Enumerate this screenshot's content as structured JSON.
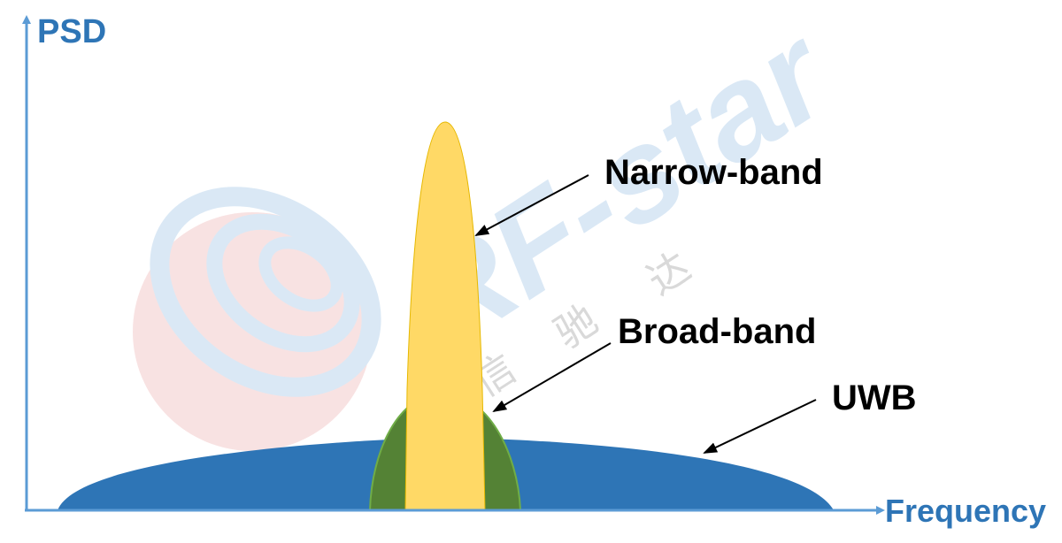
{
  "diagram": {
    "y_axis_label": "PSD",
    "x_axis_label": "Frequency",
    "bands": [
      {
        "label": "Narrow-band",
        "color": "#ffd966"
      },
      {
        "label": "Broad-band",
        "color": "#548235"
      },
      {
        "label": "UWB",
        "color": "#2e75b6"
      }
    ],
    "axis_color": "#5b9bd5"
  },
  "watermark": {
    "text": "RF-star",
    "chinese": [
      "信",
      "驰",
      "达"
    ],
    "logo_colors": [
      "#f4cccc",
      "#bdd7ee"
    ]
  }
}
